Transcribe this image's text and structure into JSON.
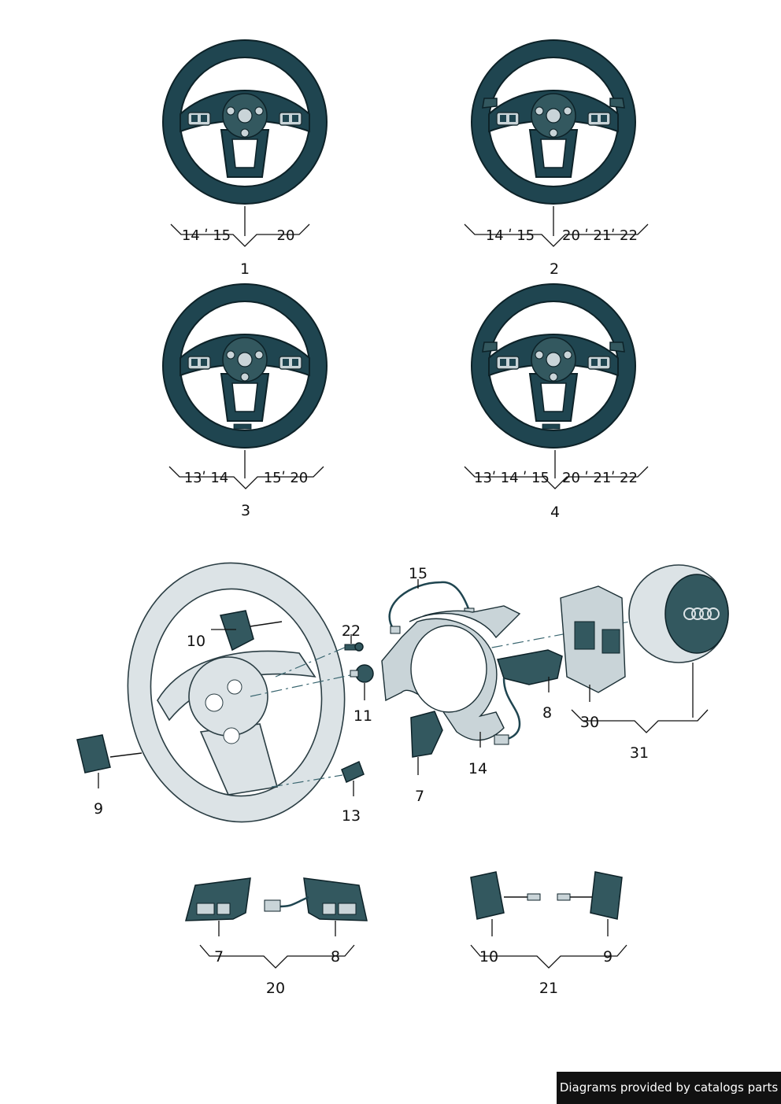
{
  "wheel_groups": [
    {
      "part": "1",
      "codes_left": "14 ʹ 15",
      "codes_right": "20"
    },
    {
      "part": "2",
      "codes_left": "14 ʹ 15",
      "codes_right": "20 ʹ 21ʹ 22"
    },
    {
      "part": "3",
      "codes_left": "13ʹ 14",
      "codes_right": "15ʹ 20"
    },
    {
      "part": "4",
      "codes_left": "13ʹ 14 ʹ 15",
      "codes_right": "20 ʹ 21ʹ 22"
    }
  ],
  "exploded_labels": {
    "p15": "15",
    "p10": "10",
    "p22": "22",
    "p11": "11",
    "p9": "9",
    "p13": "13",
    "p7": "7",
    "p14": "14",
    "p8": "8",
    "p30": "30",
    "p31": "31"
  },
  "kit_20": {
    "left": "7",
    "right": "8",
    "group": "20"
  },
  "kit_21": {
    "left": "10",
    "right": "9",
    "group": "21"
  },
  "footer": {
    "text": "Diagrams provided by catalogs parts"
  }
}
